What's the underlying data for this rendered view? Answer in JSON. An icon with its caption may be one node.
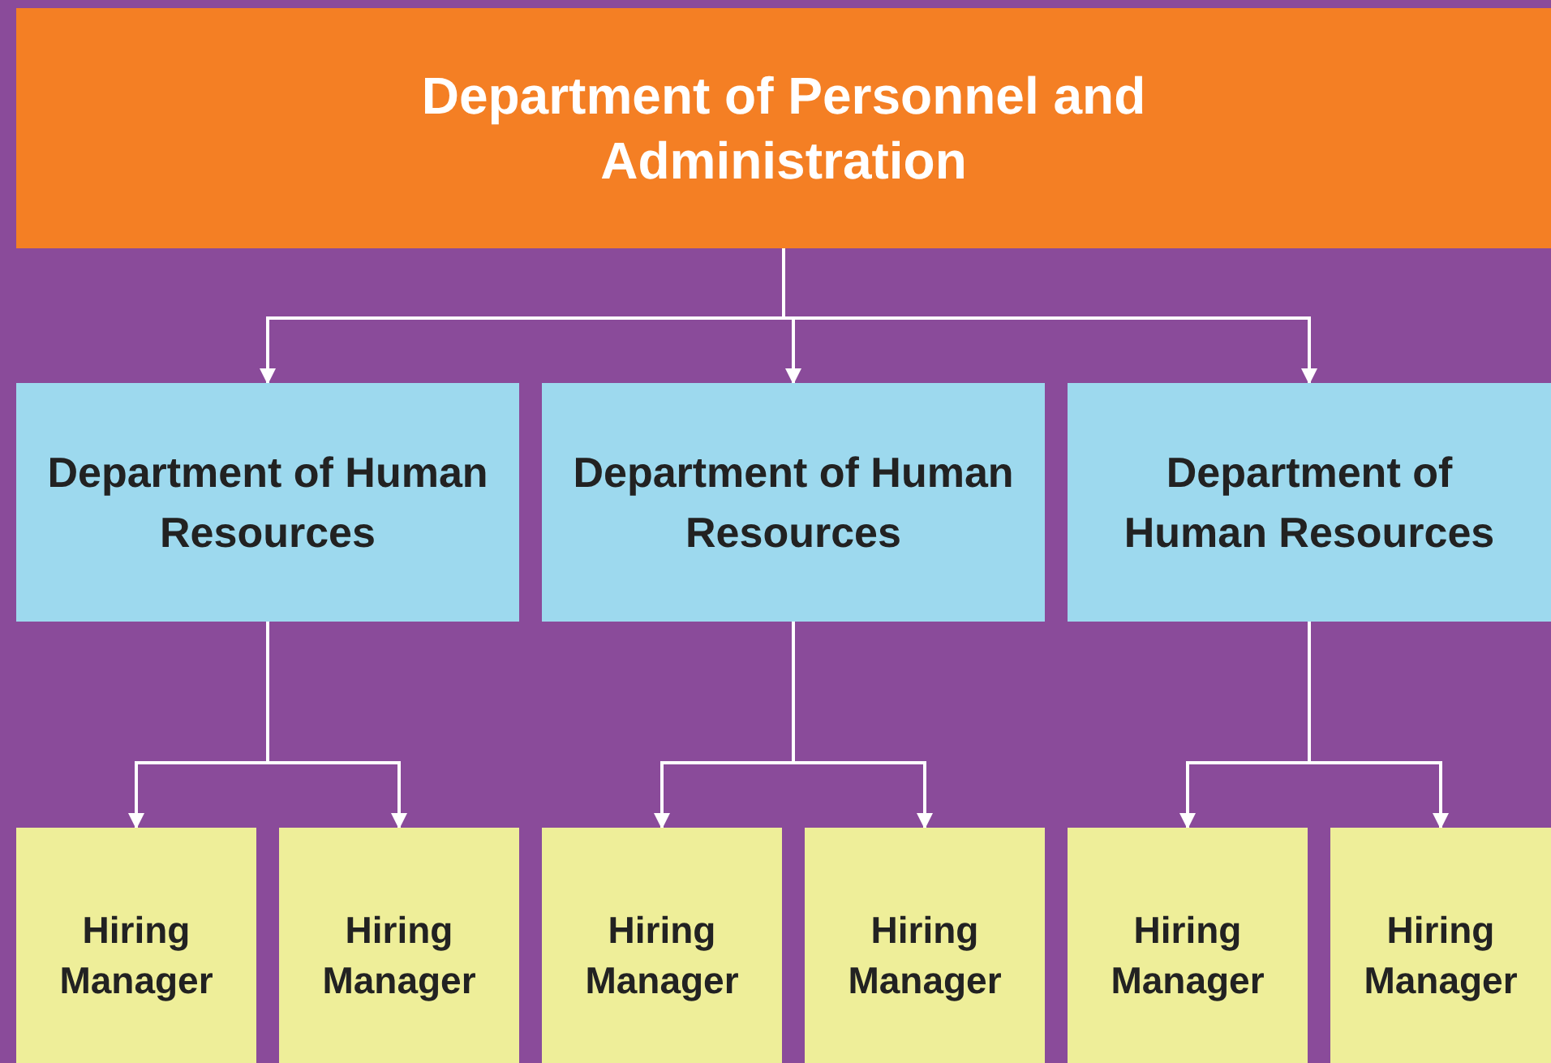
{
  "diagram": {
    "nodes": [
      {
        "text": [
          "Department of Personnel and Administration"
        ]
      },
      {
        "text": [
          "Department of Human Resources"
        ]
      },
      {
        "text": [
          "Department of Human Resources"
        ]
      },
      {
        "text": [
          "Department of Human Resources"
        ]
      },
      {
        "text": [
          "Hiring Manager"
        ]
      },
      {
        "text": [
          "Hiring Manager"
        ]
      },
      {
        "text": [
          "Hiring Manager"
        ]
      },
      {
        "text": [
          "Hiring Manager"
        ]
      },
      {
        "text": [
          "Hiring Manager"
        ]
      },
      {
        "text": [
          "Hiring Manager"
        ]
      }
    ],
    "edges": [
      {
        "from": 0,
        "to": 1,
        "arrow": "to"
      },
      {
        "from": 0,
        "to": 2,
        "arrow": "to"
      },
      {
        "from": 0,
        "to": 3,
        "arrow": "to"
      },
      {
        "from": 1,
        "to": 4,
        "arrow": "to"
      },
      {
        "from": 1,
        "to": 5,
        "arrow": "to"
      },
      {
        "from": 2,
        "to": 6,
        "arrow": "to"
      },
      {
        "from": 2,
        "to": 7,
        "arrow": "to"
      },
      {
        "from": 3,
        "to": 8,
        "arrow": "to"
      },
      {
        "from": 3,
        "to": 9,
        "arrow": "to"
      }
    ]
  }
}
